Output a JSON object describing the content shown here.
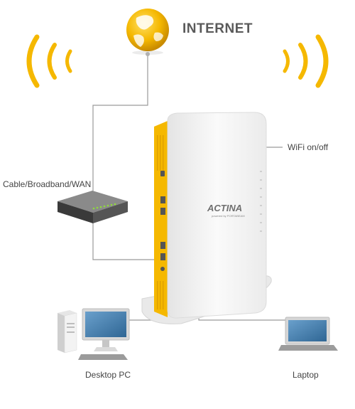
{
  "labels": {
    "internet": "INTERNET",
    "wifi": "WiFi on/off",
    "wan": "Cable/Broadband/WAN",
    "desktop": "Desktop PC",
    "laptop": "Laptop"
  },
  "router": {
    "brand": "ACTINA",
    "subbrand": "powered by PORTABEAM"
  },
  "colors": {
    "accent": "#f5b800",
    "line": "#9a9a9a",
    "text": "#444444"
  },
  "icons": [
    "globe-icon",
    "wifi-waves-left-icon",
    "wifi-waves-right-icon",
    "modem-icon",
    "router-icon",
    "desktop-pc-icon",
    "laptop-icon"
  ]
}
